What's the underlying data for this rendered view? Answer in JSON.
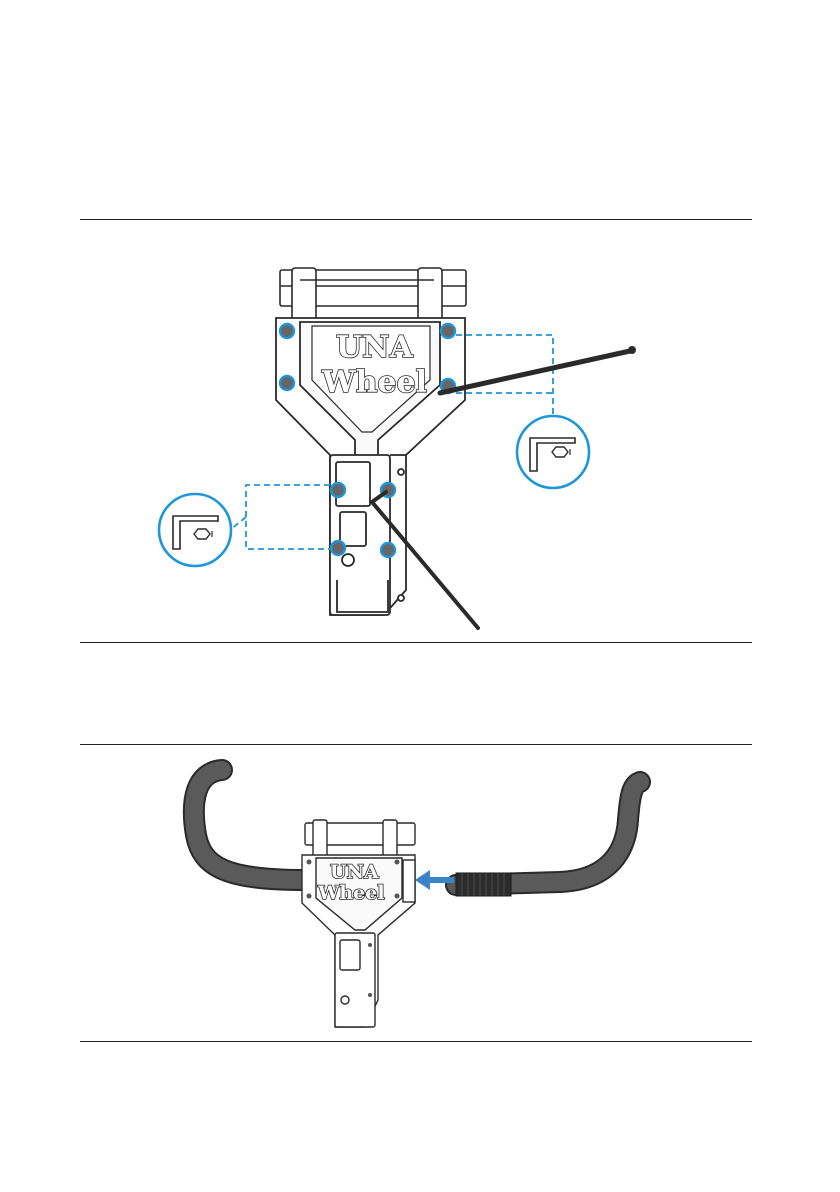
{
  "figure_top": {
    "logo_line1": "UNA",
    "logo_line2": "Wheel",
    "tools": [
      "hex-key-callout-left",
      "hex-key-callout-right"
    ]
  },
  "figure_bottom": {
    "logo_line1": "UNA",
    "logo_line2": "Wheel"
  },
  "colors": {
    "accent": "#1e96d8",
    "accent_arrow": "#3a84c8",
    "line": "#222222",
    "handlebar": "#5a5a5a"
  }
}
